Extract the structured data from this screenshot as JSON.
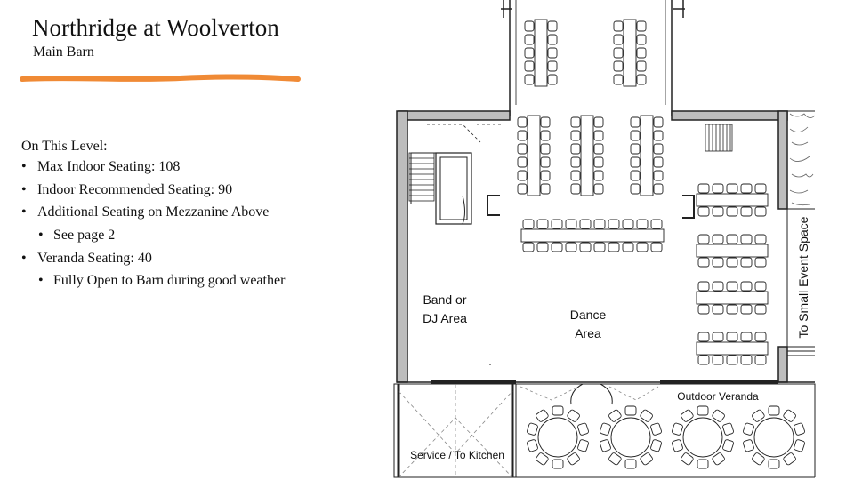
{
  "header": {
    "title": "Northridge at Woolverton",
    "subtitle": "Main Barn"
  },
  "level_info": {
    "heading": "On This Level:",
    "bullet_char": "•",
    "items": [
      {
        "text": "Max Indoor Seating:  108",
        "level": 1
      },
      {
        "text": "Indoor Recommended Seating:  90",
        "level": 1
      },
      {
        "text": "Additional Seating on Mezzanine Above",
        "level": 1
      },
      {
        "text": "See page 2",
        "level": 2
      },
      {
        "text": "Veranda Seating: 40",
        "level": 1
      },
      {
        "text": "Fully Open to Barn during good weather",
        "level": 2
      }
    ]
  },
  "floor_plan": {
    "labels": {
      "band_line1": "Band or",
      "band_line2": "DJ Area",
      "dance_line1": "Dance",
      "dance_line2": "Area",
      "veranda": "Outdoor Veranda",
      "service": "Service / To Kitchen",
      "small_event": "To Small Event Space"
    }
  },
  "colors": {
    "accent_stroke": "#f08a35",
    "wall_fill": "#bdbdbd",
    "line": "#222222"
  }
}
